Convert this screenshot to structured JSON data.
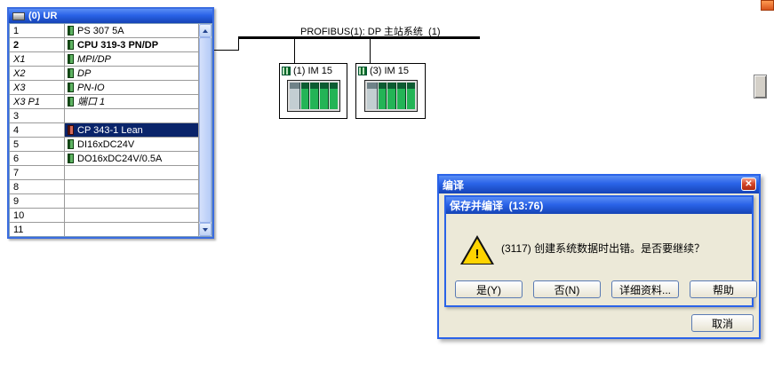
{
  "rack_window": {
    "title": "(0) UR",
    "rows": [
      {
        "slot": "1",
        "name": "PS 307 5A",
        "style": "normal",
        "icon": true
      },
      {
        "slot": "2",
        "name": "CPU 319-3 PN/DP",
        "style": "bold",
        "icon": true
      },
      {
        "slot": "X1",
        "name": "MPI/DP",
        "style": "italic",
        "icon": true
      },
      {
        "slot": "X2",
        "name": "DP",
        "style": "italic",
        "icon": true
      },
      {
        "slot": "X3",
        "name": "PN-IO",
        "style": "italic",
        "icon": true
      },
      {
        "slot": "X3 P1",
        "name": "端口 1",
        "style": "italic",
        "icon": true
      },
      {
        "slot": "3",
        "name": "",
        "style": "normal",
        "icon": false
      },
      {
        "slot": "4",
        "name": "CP 343-1 Lean",
        "style": "normal",
        "icon": true,
        "selected": true
      },
      {
        "slot": "5",
        "name": "DI16xDC24V",
        "style": "normal",
        "icon": true
      },
      {
        "slot": "6",
        "name": "DO16xDC24V/0.5A",
        "style": "normal",
        "icon": true
      },
      {
        "slot": "7",
        "name": "",
        "style": "normal",
        "icon": false
      },
      {
        "slot": "8",
        "name": "",
        "style": "normal",
        "icon": false
      },
      {
        "slot": "9",
        "name": "",
        "style": "normal",
        "icon": false
      },
      {
        "slot": "10",
        "name": "",
        "style": "normal",
        "icon": false
      },
      {
        "slot": "11",
        "name": "",
        "style": "normal",
        "icon": false
      }
    ]
  },
  "network": {
    "bus_label": "PROFIBUS(1): DP 主站系统  (1)",
    "slaves": [
      {
        "label": "(1) IM 15"
      },
      {
        "label": "(3) IM 15"
      }
    ]
  },
  "compile_dialog": {
    "title": "编译",
    "cancel_label": "取消",
    "close_glyph": "✕"
  },
  "message_box": {
    "title": "保存并编译  (13:76)",
    "message": "(3117) 创建系统数据时出错。是否要继续？",
    "warning_mark": "!",
    "buttons": [
      {
        "label": "是(Y)"
      },
      {
        "label": "否(N)"
      },
      {
        "label": "详细资料..."
      },
      {
        "label": "帮助"
      }
    ]
  },
  "colors": {
    "titlebar_blue": "#2a63e8",
    "selection_navy": "#0a246a",
    "dialog_face": "#ece9d8",
    "warning_yellow": "#ffd400",
    "module_green": "#23b456",
    "close_red": "#d6492b",
    "fragment_orange": "#d8551c",
    "bus_black": "#000000"
  }
}
